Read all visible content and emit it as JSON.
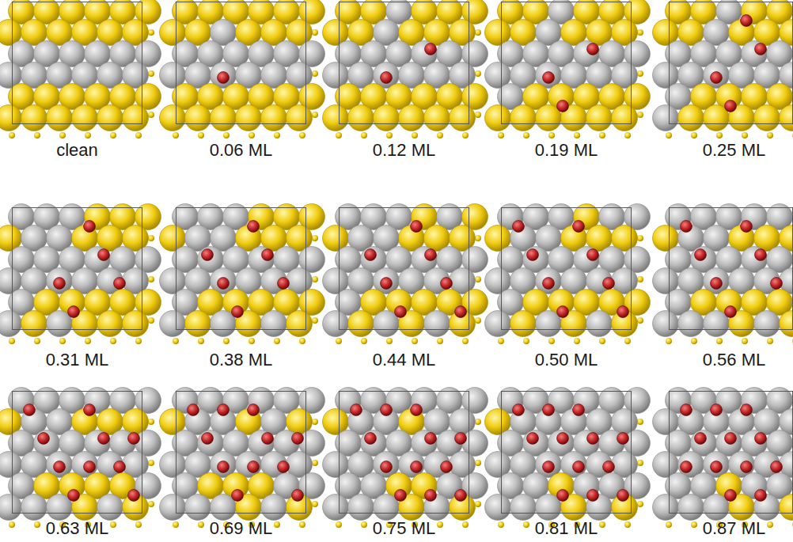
{
  "diagram": {
    "labels": [
      "clean",
      "0.06 ML",
      "0.12 ML",
      "0.19 ML",
      "0.25 ML",
      "0.31 ML",
      "0.38 ML",
      "0.44 ML",
      "0.50 ML",
      "0.56 ML",
      "0.63 ML",
      "0.69 ML",
      "0.75 ML",
      "0.81 ML",
      "0.87 ML"
    ]
  }
}
